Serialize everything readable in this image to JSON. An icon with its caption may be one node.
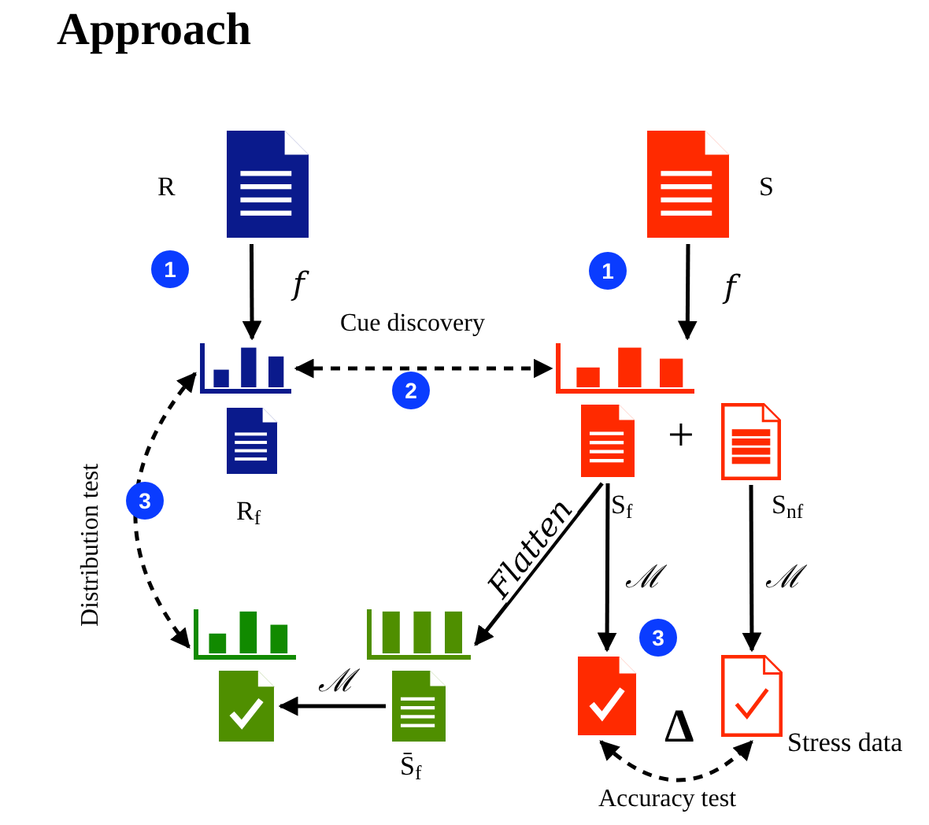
{
  "diagram": {
    "title": "Approach",
    "nodes": [
      {
        "text": [],
        "shape": "document",
        "beside": [
          "R"
        ]
      },
      {
        "text": [],
        "shape": "bar"
      },
      {
        "text": [],
        "shape": "document",
        "beside": [
          "R$_{f}$"
        ]
      },
      {
        "text": [],
        "shape": "document",
        "beside": [
          "S"
        ]
      },
      {
        "text": [],
        "shape": "bar"
      },
      {
        "text": [],
        "shape": "document",
        "beside": [
          "S$_{f}$"
        ]
      },
      {
        "text": [],
        "shape": "document",
        "beside": [
          "S$_{nf}$"
        ]
      },
      {
        "text": [],
        "shape": "bar"
      },
      {
        "text": [],
        "shape": "document"
      },
      {
        "text": [],
        "shape": "bar"
      },
      {
        "text": [],
        "shape": "document",
        "beside": [
          "S̄$_{f}$"
        ]
      },
      {
        "text": [],
        "shape": "document"
      },
      {
        "text": [],
        "shape": "document",
        "beside": [
          "Stress data"
        ]
      }
    ],
    "edges": [
      {
        "from": 0,
        "to": 1,
        "arrow": "to",
        "label": "f"
      },
      {
        "from": 3,
        "to": 4,
        "arrow": "to",
        "label": "f"
      },
      {
        "from": 1,
        "to": 4,
        "arrow": "both",
        "style": "dashed",
        "label": "Cue discovery"
      },
      {
        "from": 1,
        "to": 7,
        "arrow": "both",
        "style": "dashed",
        "label": "Distribution test"
      },
      {
        "from": 5,
        "to": 11,
        "arrow": "to",
        "label": "ℳ"
      },
      {
        "from": 6,
        "to": 12,
        "arrow": "to",
        "label": "ℳ"
      },
      {
        "from": 5,
        "to": 9,
        "arrow": "to",
        "label": "Flatten"
      },
      {
        "from": 10,
        "to": 8,
        "arrow": "to",
        "label": "ℳ"
      },
      {
        "from": 11,
        "to": 12,
        "arrow": "both",
        "style": "dashed",
        "label": "Accuracy test"
      }
    ],
    "labels": [
      "1",
      "1",
      "2",
      "+",
      "3",
      "3",
      "Δ"
    ]
  }
}
